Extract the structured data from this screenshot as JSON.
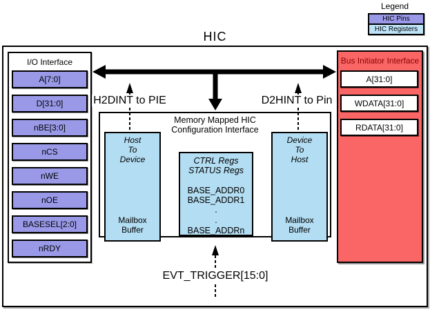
{
  "title": "HIC",
  "legend": {
    "title": "Legend",
    "items": [
      {
        "label": "HIC Pins",
        "color": "#9999E8"
      },
      {
        "label": "HIC Registers",
        "color": "#BEE3F8"
      }
    ]
  },
  "io_interface": {
    "title": "I/O Interface",
    "pins": [
      "A[7:0]",
      "D[31:0]",
      "nBE[3:0]",
      "nCS",
      "nWE",
      "nOE",
      "BASESEL[2:0]",
      "nRDY"
    ]
  },
  "bus_initiator": {
    "title": "Bus Initiator Interface",
    "registers": [
      "A[31:0]",
      "WDATA[31:0]",
      "RDATA[31:0]"
    ],
    "bg_color": "#FA6666",
    "title_color": "#8B0000"
  },
  "memory_mapped": {
    "title_line1": "Memory Mapped HIC",
    "title_line2": "Configuration Interface",
    "host_to_device": {
      "role": [
        "Host",
        "To",
        "Device"
      ],
      "buffer": [
        "Mailbox",
        "Buffer"
      ]
    },
    "register_block": {
      "italic_lines": [
        "CTRL Regs",
        "STATUS Regs"
      ],
      "entries": [
        "BASE_ADDR0",
        "BASE_ADDR1",
        ".",
        ".",
        "BASE_ADDRn"
      ]
    },
    "device_to_host": {
      "role": [
        "Device",
        "To",
        "Host"
      ],
      "buffer": [
        "Mailbox",
        "Buffer"
      ]
    }
  },
  "signals": {
    "h2dint": "H2DINT to PIE",
    "d2hint": "D2HINT to Pin",
    "evt_trigger": "EVT_TRIGGER[15:0]"
  }
}
